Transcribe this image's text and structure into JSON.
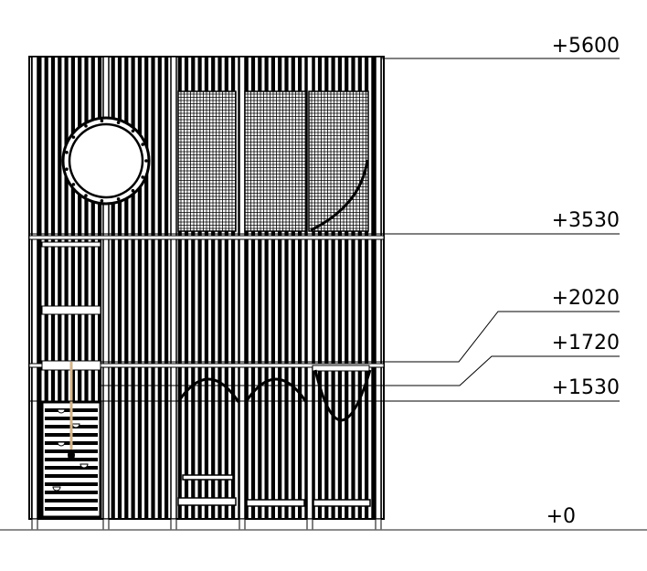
{
  "drawing": {
    "type": "elevation",
    "levels": [
      {
        "label": "+5600",
        "value": 5600
      },
      {
        "label": "+3530",
        "value": 3530
      },
      {
        "label": "+2020",
        "value": 2020
      },
      {
        "label": "+1720",
        "value": 1720
      },
      {
        "label": "+1530",
        "value": 1530
      },
      {
        "label": "+0",
        "value": 0
      }
    ],
    "colors": {
      "line": "#000000",
      "rope": "#d2b48c",
      "background": "#ffffff"
    }
  }
}
